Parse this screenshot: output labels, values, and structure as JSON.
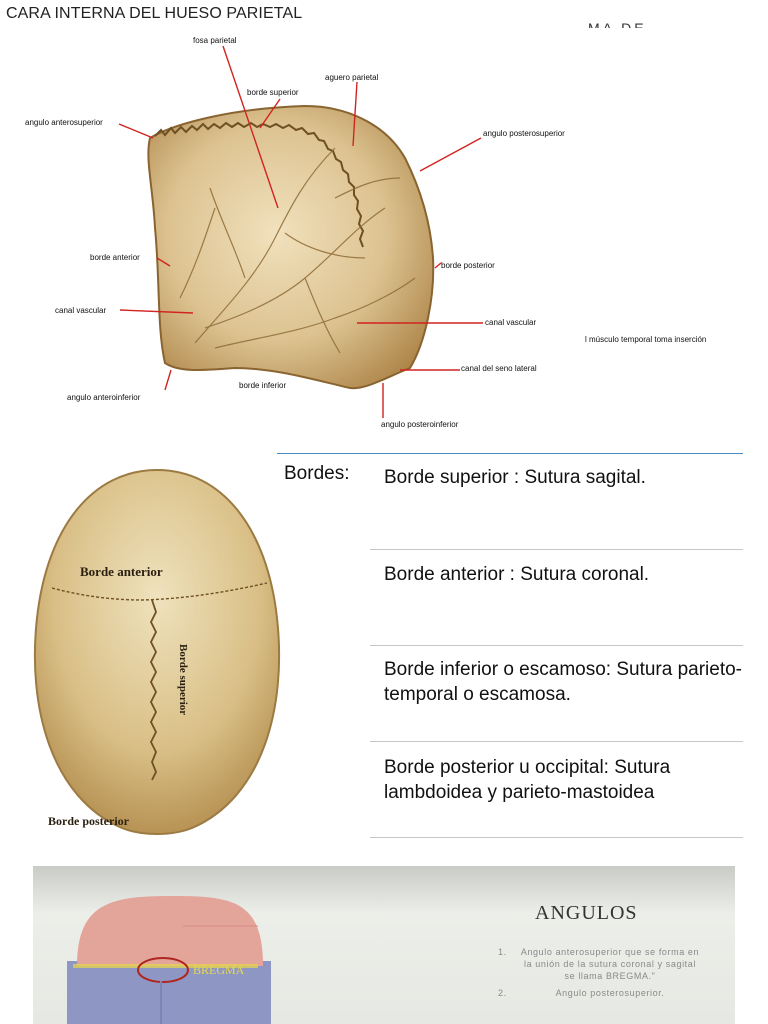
{
  "page_title": "CARA INTERNA DEL HUESO PARIETAL",
  "stray_text": "MA DE",
  "figure1": {
    "labels": {
      "fosa_parietal": "fosa parietal",
      "aguero_parietal": "aguero parietal",
      "borde_superior": "borde superior",
      "angulo_anterosuperior": "angulo anterosuperior",
      "angulo_posterosuperior": "angulo posterosuperior",
      "borde_anterior": "borde anterior",
      "borde_posterior": "borde posterior",
      "canal_vascular_left": "canal vascular",
      "canal_vascular_right": "canal vascular",
      "musculo_temporal": "l músculo temporal toma inserción",
      "canal_seno_lateral": "canal del seno lateral",
      "borde_inferior": "borde inferior",
      "angulo_anteroinferior": "angulo anteroinferior",
      "angulo_posteroinferior": "angulo posteroinferior"
    }
  },
  "bordes": {
    "heading": "Bordes:",
    "rows": [
      "Borde superior : Sutura sagital.",
      "Borde anterior : Sutura coronal.",
      "Borde inferior o escamoso: Sutura parieto-temporal o escamosa.",
      "Borde posterior u occipital: Sutura lambdoidea y parieto-mastoidea"
    ]
  },
  "skull": {
    "label_anterior": "Borde anterior",
    "label_superior": "Borde superior",
    "label_posterior": "Borde posterior"
  },
  "angulos": {
    "title": "ANGULOS",
    "items": [
      {
        "num": "1.",
        "text": "Angulo anterosuperior que se forma en la unión de la sutura coronal y sagital se llama BREGMA.\""
      },
      {
        "num": "2.",
        "text": "Angulo posterosuperior."
      }
    ],
    "bregma_label": "BREGMA"
  },
  "colors": {
    "bone_light": "#e8d3a8",
    "bone_dark": "#a77d3f",
    "leader_red": "#d2231f",
    "rule_blue": "#4a8bc2",
    "slide_bg": "#e9ebe6",
    "skull_pink": "#e3a49a",
    "skull_blue": "#8e97c4",
    "bregma_yellow": "#e8d84a"
  }
}
